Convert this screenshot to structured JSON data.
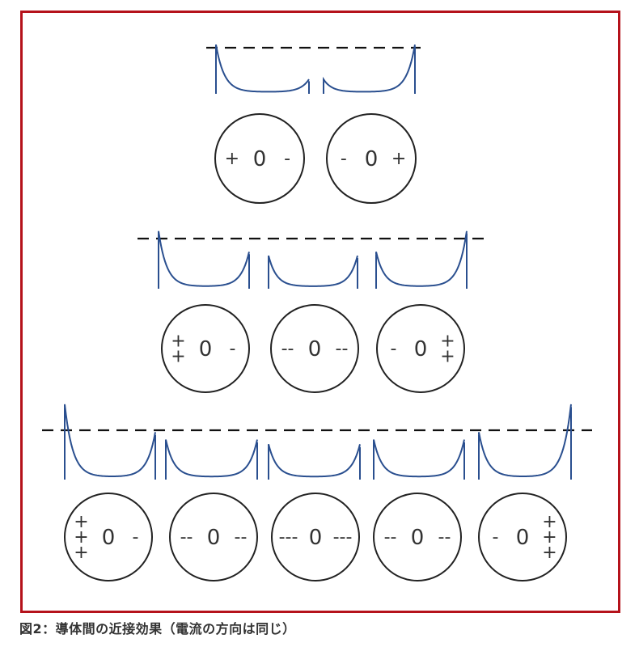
{
  "caption": "図2：導体間の近接効果（電流の方向は同じ）",
  "colors": {
    "border": "#b5121b",
    "curve": "#2a4f8f",
    "ink": "#333333"
  },
  "rows": [
    {
      "conductors": [
        {
          "left": [
            "+"
          ],
          "center": "0",
          "right": [
            "-"
          ]
        },
        {
          "left": [
            "-"
          ],
          "center": "0",
          "right": [
            "+"
          ]
        }
      ]
    },
    {
      "conductors": [
        {
          "left": [
            "+",
            "+"
          ],
          "center": "0",
          "right": [
            "-"
          ]
        },
        {
          "left": [
            "--"
          ],
          "center": "0",
          "right": [
            "--"
          ]
        },
        {
          "left": [
            "-"
          ],
          "center": "0",
          "right": [
            "+",
            "+"
          ]
        }
      ]
    },
    {
      "conductors": [
        {
          "left": [
            "+",
            "+",
            "+"
          ],
          "center": "0",
          "right": [
            "-"
          ]
        },
        {
          "left": [
            "--"
          ],
          "center": "0",
          "right": [
            "--"
          ]
        },
        {
          "left": [
            "---"
          ],
          "center": "0",
          "right": [
            "---"
          ]
        },
        {
          "left": [
            "--"
          ],
          "center": "0",
          "right": [
            "--"
          ]
        },
        {
          "left": [
            "-"
          ],
          "center": "0",
          "right": [
            "+",
            "+",
            "+"
          ]
        }
      ]
    }
  ]
}
